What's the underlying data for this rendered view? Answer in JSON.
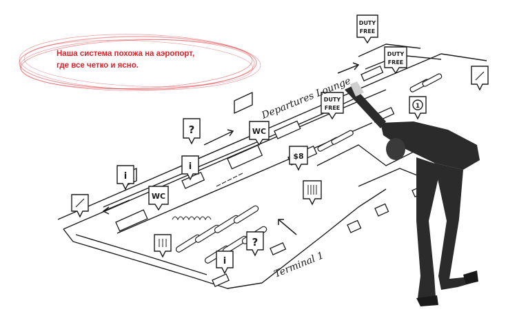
{
  "caption": {
    "line1": "Наша система похожа на аэропорт,",
    "line2": "где все четко и ясно.",
    "color": "#d8232a"
  },
  "map": {
    "departures_label": "Departures Lounge",
    "terminal_label": "Terminal 1",
    "signs": {
      "duty_free_line1": "DUTY",
      "duty_free_line2": "FREE",
      "wc": "WC",
      "info": "i",
      "question": "?",
      "currency": "$8",
      "clock": "1"
    }
  }
}
